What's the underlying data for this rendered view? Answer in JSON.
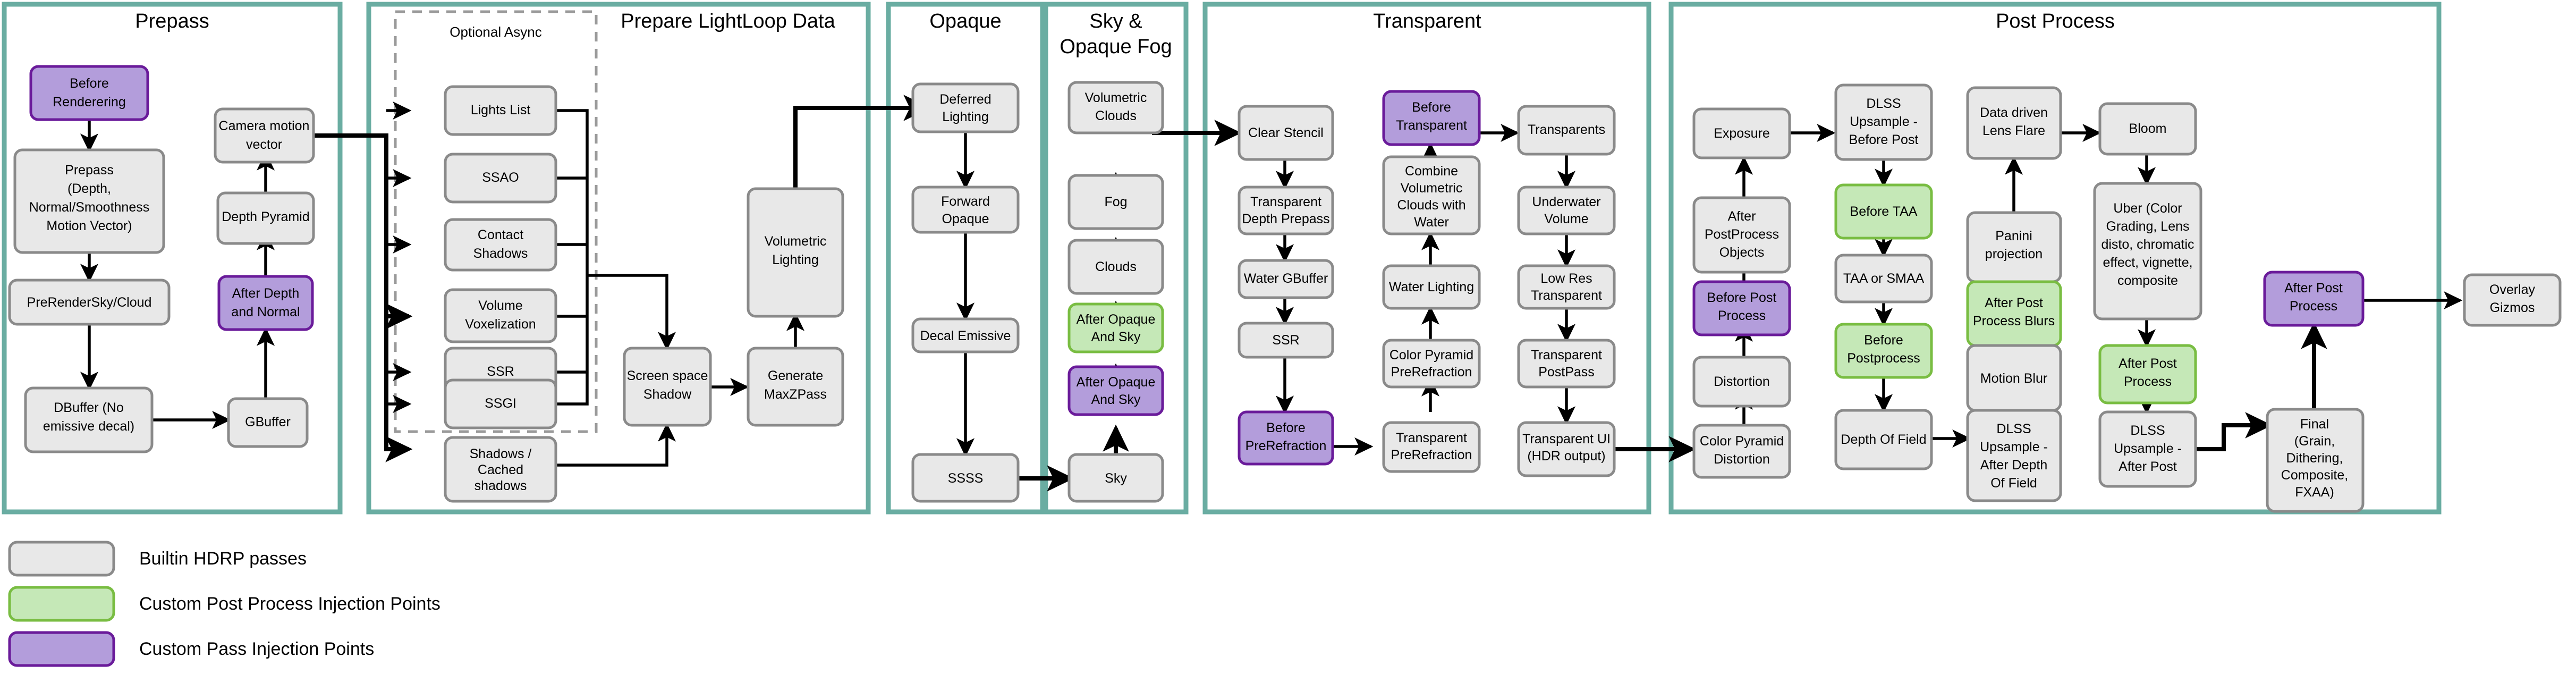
{
  "diagram": {
    "title": "HDRP Render Pipeline Pass Order",
    "colors": {
      "panel_border": "#6aada2",
      "builtin_fill": "#e8e8e8",
      "builtin_border": "#8a8a8a",
      "green_fill": "#c5e8b7",
      "green_border": "#79bd42",
      "purple_fill": "#b39ddb",
      "purple_border": "#6a1b9a",
      "arrow": "#000000",
      "async_border": "#9a9a9a"
    },
    "panels": [
      {
        "id": "prepass",
        "title": "Prepass"
      },
      {
        "id": "lightloop",
        "title": "Prepare LightLoop Data",
        "group_title": "Optional Async"
      },
      {
        "id": "opaque",
        "title": "Opaque"
      },
      {
        "id": "skyfog",
        "title": "Sky &\nOpaque Fog",
        "title_line1": "Sky &",
        "title_line2": "Opaque Fog"
      },
      {
        "id": "transparent",
        "title": "Transparent"
      },
      {
        "id": "postprocess",
        "title": "Post Process"
      }
    ],
    "nodes": {
      "before_rendering": {
        "label": "Before\nRenderering",
        "lines": [
          "Before",
          "Renderering"
        ],
        "kind": "purple"
      },
      "prepass_main": {
        "label": "Prepass (Depth, Normal/Smoothness Motion Vector)",
        "lines": [
          "Prepass",
          "(Depth,",
          "Normal/Smoothness",
          "Motion Vector)"
        ],
        "kind": "builtin"
      },
      "prerendersky": {
        "label": "PreRenderSky/Cloud",
        "lines": [
          "PreRenderSky/Cloud"
        ],
        "kind": "builtin"
      },
      "dbuffer": {
        "label": "DBuffer (No emissive decal)",
        "lines": [
          "DBuffer (No",
          "emissive decal)"
        ],
        "kind": "builtin"
      },
      "gbuffer": {
        "label": "GBuffer",
        "lines": [
          "GBuffer"
        ],
        "kind": "builtin"
      },
      "after_depth_normal": {
        "label": "After Depth and Normal",
        "lines": [
          "After Depth",
          "and Normal"
        ],
        "kind": "purple"
      },
      "depth_pyramid": {
        "label": "Depth Pyramid",
        "lines": [
          "Depth Pyramid"
        ],
        "kind": "builtin"
      },
      "camera_motion_vector": {
        "label": "Camera motion vector",
        "lines": [
          "Camera motion",
          "vector"
        ],
        "kind": "builtin"
      },
      "lights_list": {
        "label": "Lights List",
        "lines": [
          "Lights List"
        ],
        "kind": "builtin"
      },
      "ssao": {
        "label": "SSAO",
        "lines": [
          "SSAO"
        ],
        "kind": "builtin"
      },
      "contact_shadows": {
        "label": "Contact Shadows",
        "lines": [
          "Contact",
          "Shadows"
        ],
        "kind": "builtin"
      },
      "volume_voxelization": {
        "label": "Volume Voxelization",
        "lines": [
          "Volume",
          "Voxelization"
        ],
        "kind": "builtin"
      },
      "ssr_ll": {
        "label": "SSR",
        "lines": [
          "SSR"
        ],
        "kind": "builtin"
      },
      "ssgi": {
        "label": "SSGI",
        "lines": [
          "SSGI"
        ],
        "kind": "builtin"
      },
      "shadows_cached": {
        "label": "Shadows / Cached shadows",
        "lines": [
          "Shadows /",
          "Cached",
          "shadows"
        ],
        "kind": "builtin"
      },
      "screen_space_shadow": {
        "label": "Screen space Shadow",
        "lines": [
          "Screen space",
          "Shadow"
        ],
        "kind": "builtin"
      },
      "generate_maxzpass": {
        "label": "Generate MaxZPass",
        "lines": [
          "Generate",
          "MaxZPass"
        ],
        "kind": "builtin"
      },
      "volumetric_lighting": {
        "label": "Volumetric Lighting",
        "lines": [
          "Volumetric",
          "Lighting"
        ],
        "kind": "builtin"
      },
      "deferred_lighting": {
        "label": "Deferred Lighting",
        "lines": [
          "Deferred",
          "Lighting"
        ],
        "kind": "builtin"
      },
      "forward_opaque": {
        "label": "Forward Opaque",
        "lines": [
          "Forward",
          "Opaque"
        ],
        "kind": "builtin"
      },
      "decal_emissive": {
        "label": "Decal Emissive",
        "lines": [
          "Decal Emissive"
        ],
        "kind": "builtin"
      },
      "sssss": {
        "label": "SSSS",
        "lines": [
          "SSSS"
        ],
        "kind": "builtin"
      },
      "volumetric_clouds": {
        "label": "Volumetric Clouds",
        "lines": [
          "Volumetric",
          "Clouds"
        ],
        "kind": "builtin"
      },
      "fog": {
        "label": "Fog",
        "lines": [
          "Fog"
        ],
        "kind": "builtin"
      },
      "clouds": {
        "label": "Clouds",
        "lines": [
          "Clouds"
        ],
        "kind": "builtin"
      },
      "after_opaque_sky_green": {
        "label": "After Opaque And Sky",
        "lines": [
          "After Opaque",
          "And Sky"
        ],
        "kind": "green"
      },
      "after_opaque_sky_purple": {
        "label": "After Opaque And Sky",
        "lines": [
          "After Opaque",
          "And Sky"
        ],
        "kind": "purple"
      },
      "sky": {
        "label": "Sky",
        "lines": [
          "Sky"
        ],
        "kind": "builtin"
      },
      "clear_stencil": {
        "label": "Clear Stencil",
        "lines": [
          "Clear Stencil"
        ],
        "kind": "builtin"
      },
      "transparent_depth_prepass": {
        "label": "Transparent Depth Prepass",
        "lines": [
          "Transparent",
          "Depth Prepass"
        ],
        "kind": "builtin"
      },
      "water_gbuffer": {
        "label": "Water GBuffer",
        "lines": [
          "Water GBuffer"
        ],
        "kind": "builtin"
      },
      "ssr_tr": {
        "label": "SSR",
        "lines": [
          "SSR"
        ],
        "kind": "builtin"
      },
      "before_prerefraction": {
        "label": "Before PreRefraction",
        "lines": [
          "Before",
          "PreRefraction"
        ],
        "kind": "purple"
      },
      "before_transparent": {
        "label": "Before Transparent",
        "lines": [
          "Before",
          "Transparent"
        ],
        "kind": "purple"
      },
      "combine_volumetric_clouds_water": {
        "label": "Combine Volumetric Clouds with Water",
        "lines": [
          "Combine",
          "Volumetric",
          "Clouds with",
          "Water"
        ],
        "kind": "builtin"
      },
      "water_lighting": {
        "label": "Water Lighting",
        "lines": [
          "Water Lighting"
        ],
        "kind": "builtin"
      },
      "color_pyramid_prerefraction": {
        "label": "Color Pyramid PreRefraction",
        "lines": [
          "Color Pyramid",
          "PreRefraction"
        ],
        "kind": "builtin"
      },
      "transparent_prerefraction": {
        "label": "Transparent PreRefraction",
        "lines": [
          "Transparent",
          "PreRefraction"
        ],
        "kind": "builtin"
      },
      "transparents": {
        "label": "Transparents",
        "lines": [
          "Transparents"
        ],
        "kind": "builtin"
      },
      "underwater_volume": {
        "label": "Underwater Volume",
        "lines": [
          "Underwater",
          "Volume"
        ],
        "kind": "builtin"
      },
      "low_res_transparent": {
        "label": "Low Res Transparent",
        "lines": [
          "Low Res",
          "Transparent"
        ],
        "kind": "builtin"
      },
      "transparent_postpass": {
        "label": "Transparent PostPass",
        "lines": [
          "Transparent",
          "PostPass"
        ],
        "kind": "builtin"
      },
      "transparent_ui": {
        "label": "Transparent UI (HDR output)",
        "lines": [
          "Transparent UI",
          "(HDR output)"
        ],
        "kind": "builtin"
      },
      "exposure": {
        "label": "Exposure",
        "lines": [
          "Exposure"
        ],
        "kind": "builtin"
      },
      "after_postprocess_objects": {
        "label": "After PostProcess Objects",
        "lines": [
          "After",
          "PostProcess",
          "Objects"
        ],
        "kind": "builtin"
      },
      "before_post_process": {
        "label": "Before Post Process",
        "lines": [
          "Before Post",
          "Process"
        ],
        "kind": "purple"
      },
      "distortion": {
        "label": "Distortion",
        "lines": [
          "Distortion"
        ],
        "kind": "builtin"
      },
      "color_pyramid_distortion": {
        "label": "Color Pyramid Distortion",
        "lines": [
          "Color Pyramid",
          "Distortion"
        ],
        "kind": "builtin"
      },
      "dlss_before_post": {
        "label": "DLSS Upsample - Before Post",
        "lines": [
          "DLSS",
          "Upsample -",
          "Before Post"
        ],
        "kind": "builtin"
      },
      "before_taa": {
        "label": "Before TAA",
        "lines": [
          "Before TAA"
        ],
        "kind": "green"
      },
      "taa_or_smaa": {
        "label": "TAA or SMAA",
        "lines": [
          "TAA or SMAA"
        ],
        "kind": "builtin"
      },
      "before_postprocess": {
        "label": "Before Postprocess",
        "lines": [
          "Before",
          "Postprocess"
        ],
        "kind": "green"
      },
      "depth_of_field": {
        "label": "Depth Of Field",
        "lines": [
          "Depth Of Field"
        ],
        "kind": "builtin"
      },
      "data_driven_lens_flare": {
        "label": "Data driven Lens Flare",
        "lines": [
          "Data driven",
          "Lens Flare"
        ],
        "kind": "builtin"
      },
      "panini_projection": {
        "label": "Panini projection",
        "lines": [
          "Panini",
          "projection"
        ],
        "kind": "builtin"
      },
      "after_post_process_blurs": {
        "label": "After Post Process Blurs",
        "lines": [
          "After Post",
          "Process Blurs"
        ],
        "kind": "green"
      },
      "motion_blur": {
        "label": "Motion Blur",
        "lines": [
          "Motion Blur"
        ],
        "kind": "builtin"
      },
      "dlss_after_dof": {
        "label": "DLSS Upsample - After Depth Of Field",
        "lines": [
          "DLSS",
          "Upsample -",
          "After Depth",
          "Of Field"
        ],
        "kind": "builtin"
      },
      "bloom": {
        "label": "Bloom",
        "lines": [
          "Bloom"
        ],
        "kind": "builtin"
      },
      "uber": {
        "label": "Uber (Color Grading, Lens disto, chromatic effect, vignette, composite",
        "lines": [
          "Uber (Color",
          "Grading, Lens",
          "disto, chromatic",
          "effect, vignette,",
          "composite"
        ],
        "kind": "builtin"
      },
      "after_post_process_green": {
        "label": "After Post Process",
        "lines": [
          "After Post",
          "Process"
        ],
        "kind": "green"
      },
      "dlss_after_post": {
        "label": "DLSS Upsample - After Post",
        "lines": [
          "DLSS",
          "Upsample -",
          "After Post"
        ],
        "kind": "builtin"
      },
      "after_post_process_purple": {
        "label": "After Post Process",
        "lines": [
          "After Post",
          "Process"
        ],
        "kind": "purple"
      },
      "final": {
        "label": "Final (Grain, Dithering, Composite, FXAA)",
        "lines": [
          "Final",
          "(Grain,",
          "Dithering,",
          "Composite,",
          "FXAA)"
        ],
        "kind": "builtin"
      },
      "overlay_gizmos": {
        "label": "Overlay Gizmos",
        "lines": [
          "Overlay",
          "Gizmos"
        ],
        "kind": "builtin"
      }
    },
    "legend": [
      {
        "kind": "builtin",
        "label": "Builtin HDRP passes"
      },
      {
        "kind": "green",
        "label": "Custom Post Process Injection Points"
      },
      {
        "kind": "purple",
        "label": "Custom Pass Injection Points"
      }
    ]
  }
}
